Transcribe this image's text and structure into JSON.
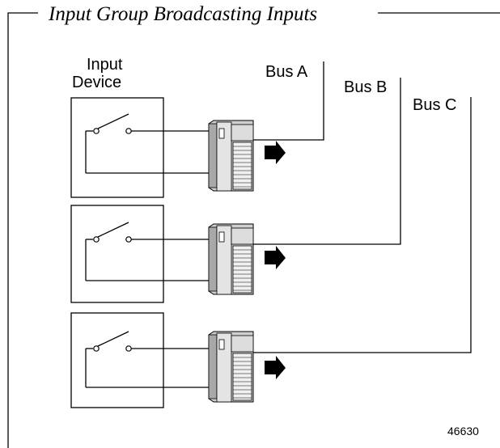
{
  "title": "Input Group Broadcasting Inputs",
  "input_device_label": [
    "Input",
    "Device"
  ],
  "buses": [
    {
      "label": "Bus A"
    },
    {
      "label": "Bus B"
    },
    {
      "label": "Bus C"
    }
  ],
  "figure_id": "46630",
  "colors": {
    "line": "#000000",
    "module_body": "#dcdcdc",
    "module_shade": "#a8a8a8",
    "arrow": "#000000"
  }
}
